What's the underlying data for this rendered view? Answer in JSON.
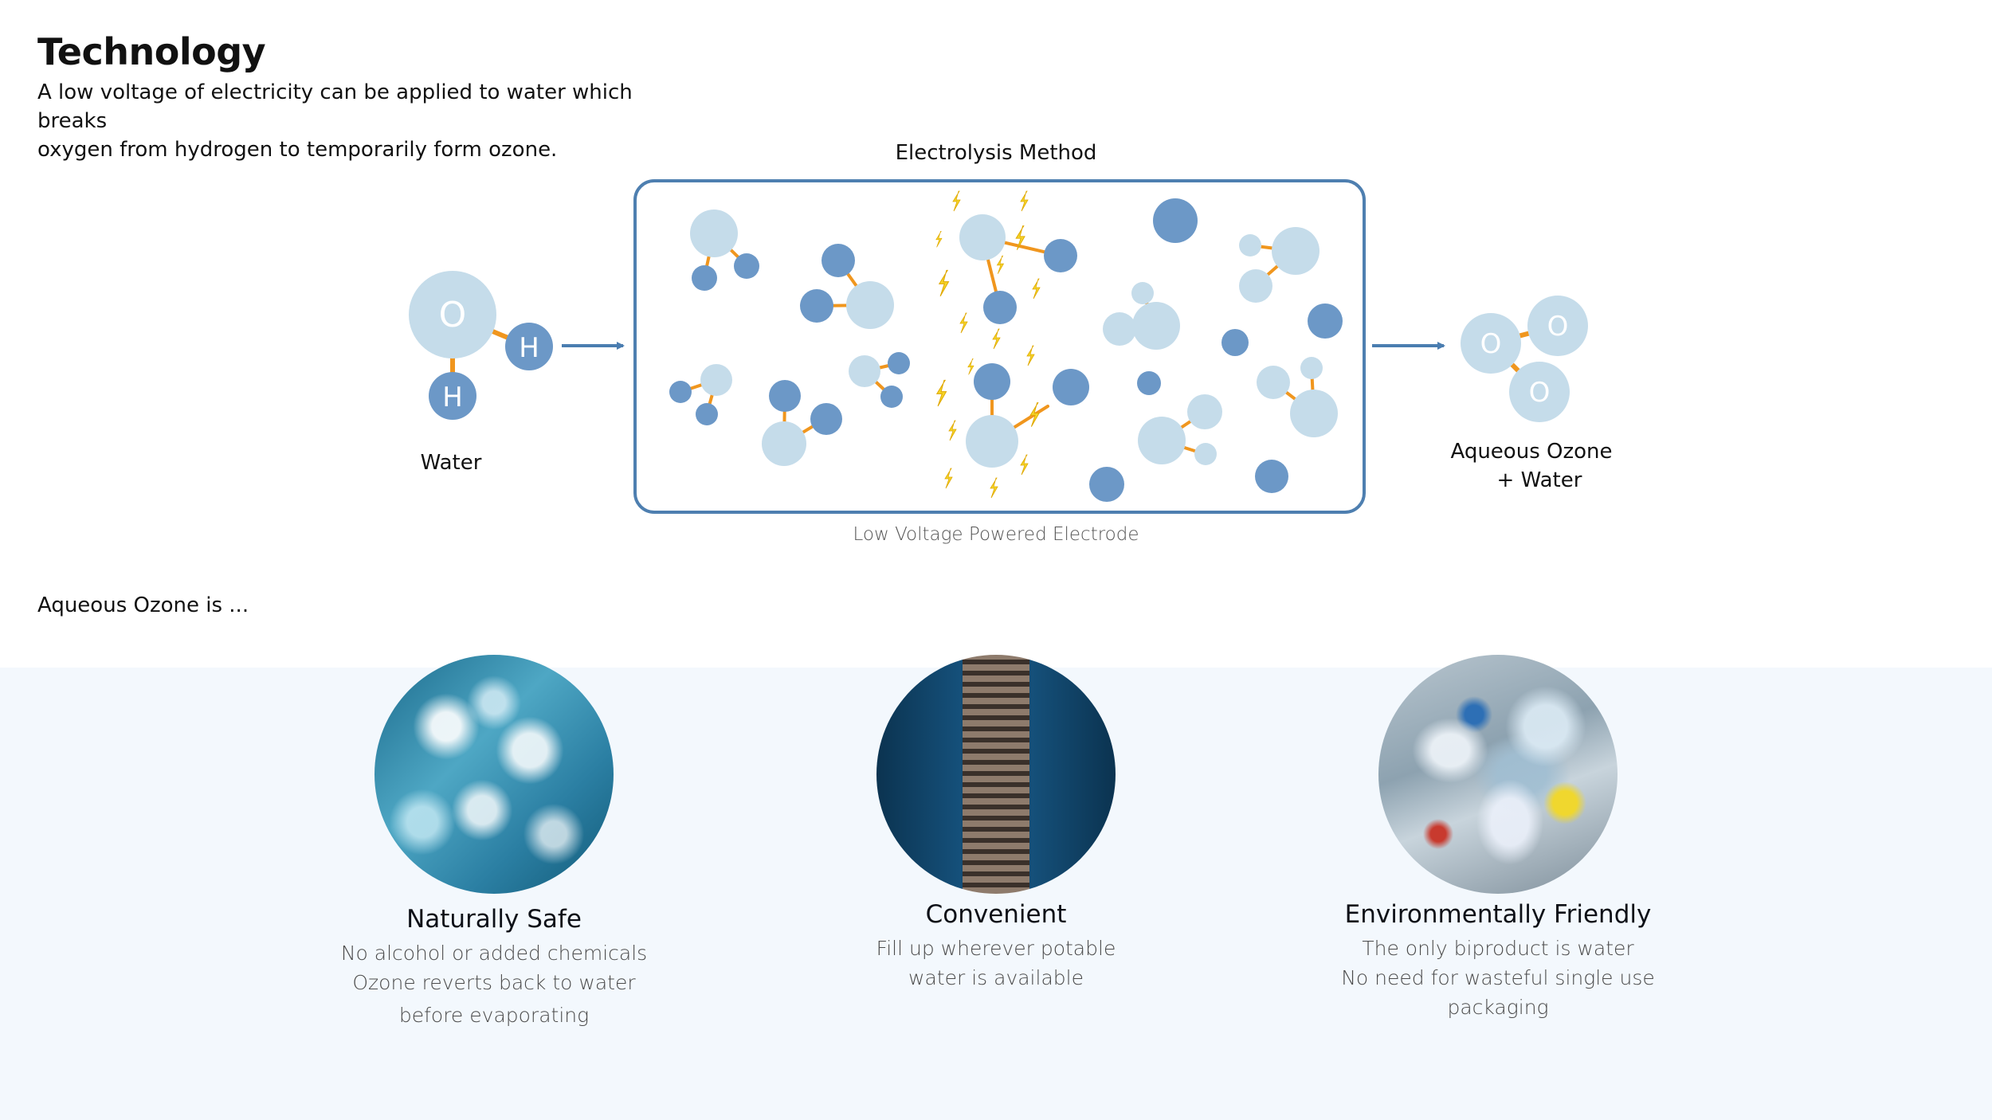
{
  "header": {
    "title": "Technology",
    "intro_line1": "A low voltage of electricity can be applied to water which breaks",
    "intro_line2": "oxygen from hydrogen to temporarily form ozone."
  },
  "diagram": {
    "method_title": "Electrolysis Method",
    "electrode_caption": "Low Voltage Powered Electrode",
    "water_label": "Water",
    "output_label_line1": "Aqueous Ozone",
    "output_label_line2": "+ Water",
    "oxygen_symbol": "O",
    "hydrogen_symbol": "H",
    "colors": {
      "oxygen_light": "#c5dcea",
      "hydrogen_dark": "#6c98c7",
      "bond": "#f0961e",
      "lightning": "#f5d62a",
      "box_border": "#4e7fb0",
      "arrow": "#4a7db0"
    }
  },
  "benefits": {
    "subheading": "Aqueous Ozone is ...",
    "cards": [
      {
        "title": "Naturally Safe",
        "lines": [
          "No alcohol or added chemicals",
          "Ozone reverts back to water",
          "before evaporating"
        ],
        "image": "ocean-waves-photo"
      },
      {
        "title": "Convenient",
        "lines": [
          "Fill up wherever potable",
          "water is available"
        ],
        "image": "escalator-photo"
      },
      {
        "title": "Environmentally Friendly",
        "lines": [
          "The only biproduct is water",
          "No need for wasteful single use",
          "packaging"
        ],
        "image": "plastic-bottles-photo"
      }
    ]
  }
}
